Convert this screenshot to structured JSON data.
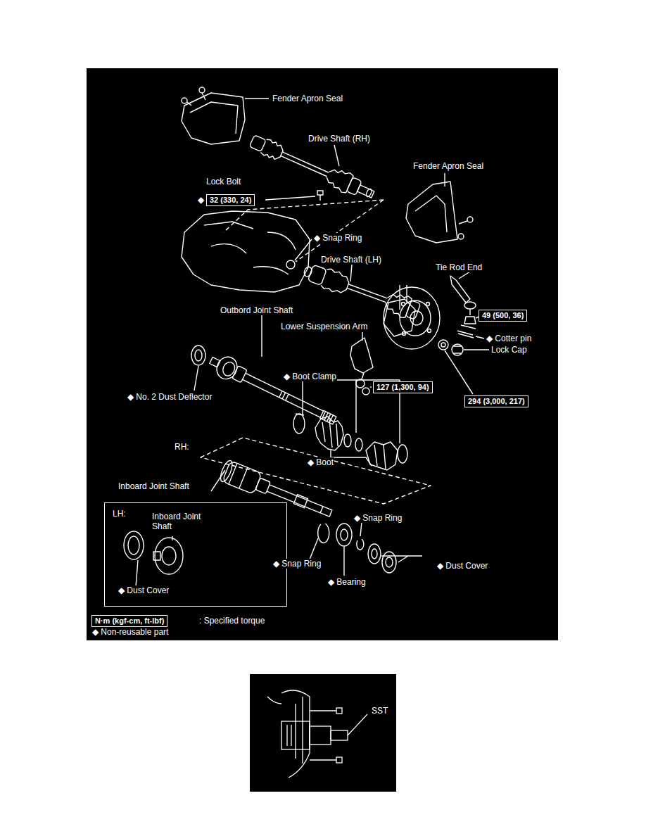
{
  "diagram": {
    "nodes": [
      {
        "text": [
          "32 (330, 24)"
        ]
      },
      {
        "text": [
          "49 (500, 36)"
        ]
      },
      {
        "text": [
          "127 (1,300, 94)"
        ]
      },
      {
        "text": [
          "294 (3,000, 217)"
        ]
      },
      {
        "text": [
          "LH:",
          "Inboard Joint Shaft",
          "◆ Dust Cover"
        ]
      },
      {
        "text": [
          "N·m (kgf-cm, ft-lbf)"
        ]
      }
    ],
    "labels": [
      "Fender Apron Seal",
      "Drive Shaft (RH)",
      "Lock Bolt",
      "◆",
      "Fender Apron Seal",
      "◆ Snap Ring",
      "Drive Shaft (LH)",
      "Tie Rod End",
      "◆ Cotter pin",
      "Lock Cap",
      "Outbord Joint Shaft",
      "Lower Suspension Arm",
      "◆ Boot Clamp",
      "◆ No. 2 Dust Deflector",
      "RH:",
      "◆ Boot",
      "Inboard Joint Shaft",
      "◆ Snap Ring",
      "◆ Snap Ring",
      "◆ Dust Cover",
      "◆ Bearing",
      ": Specified torque",
      "◆ Non-reusable part",
      "SST"
    ]
  }
}
